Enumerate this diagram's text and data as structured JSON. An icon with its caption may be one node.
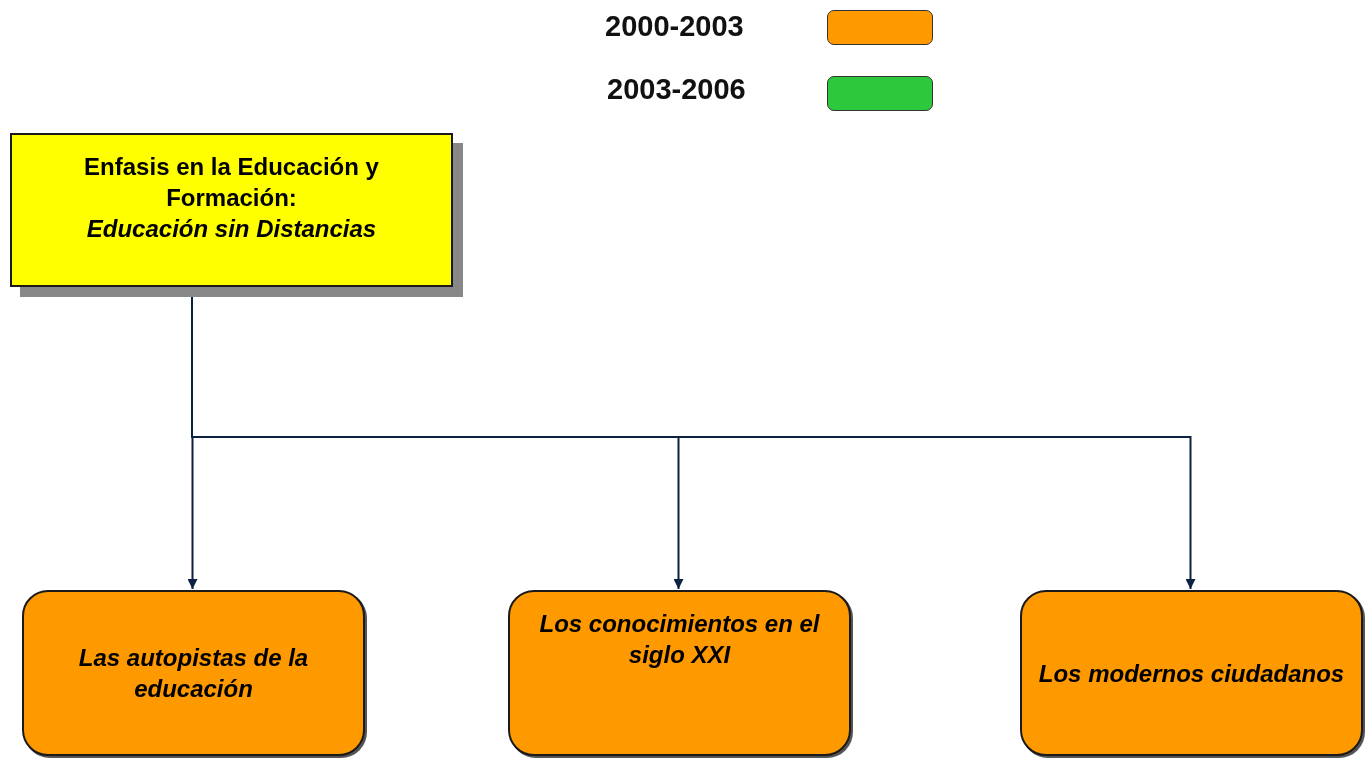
{
  "diagram": {
    "nodes": [
      {
        "text": [
          "Enfasis en la Educación y Formación:",
          "Educación sin Distancias"
        ]
      },
      {
        "text": [
          "Las autopistas de la educación"
        ]
      },
      {
        "text": [
          "Los conocimientos en el siglo XXI"
        ]
      },
      {
        "text": [
          "Los modernos ciudadanos"
        ]
      }
    ],
    "edges": [
      {
        "from": 0,
        "to": 1,
        "arrow": "to"
      },
      {
        "from": 0,
        "to": 2,
        "arrow": "to"
      },
      {
        "from": 0,
        "to": 3,
        "arrow": "to"
      }
    ],
    "legend": [
      {
        "text": "2000-2003",
        "color": "#ff9900"
      },
      {
        "text": "2003-2006",
        "color": "#2ec83c"
      }
    ]
  }
}
